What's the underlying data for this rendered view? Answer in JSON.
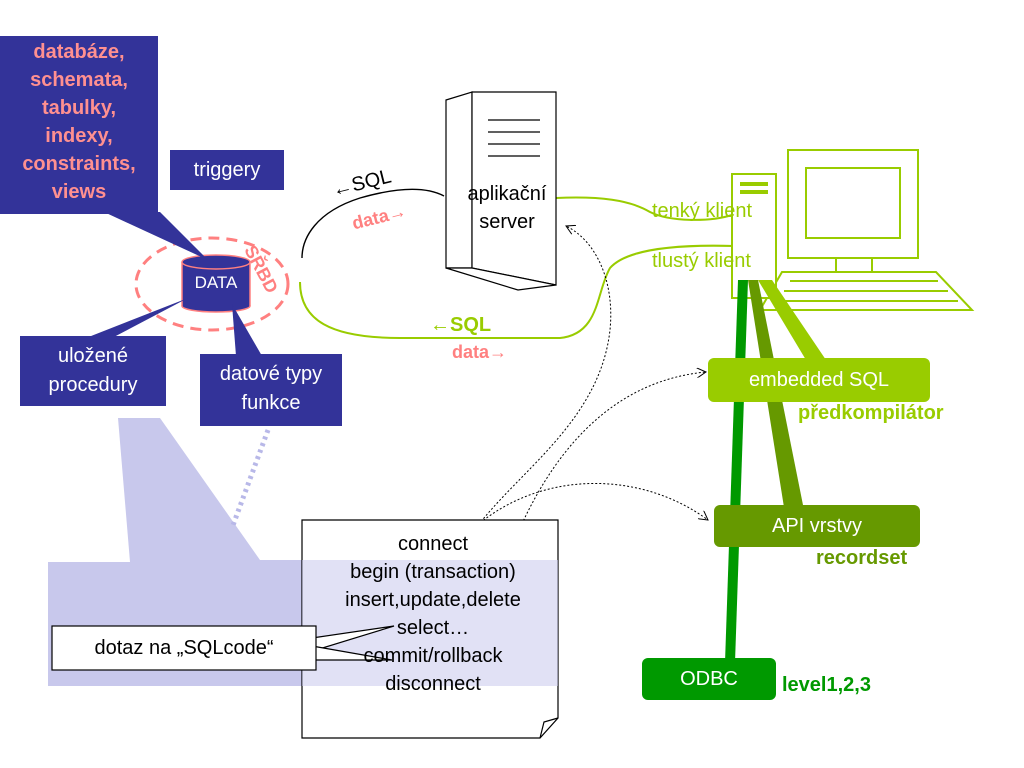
{
  "db_objects": [
    "databáze,",
    "schemata,",
    "tabulky,",
    "indexy,",
    "constraints,",
    "views"
  ],
  "triggery": "triggery",
  "data_cylinder": "DATA",
  "srbd": "SŘBD",
  "ulozene_procedury": [
    "uložené",
    "procedury"
  ],
  "datove_typy": [
    "datové typy",
    "funkce"
  ],
  "app_server": [
    "aplikační",
    "server"
  ],
  "sql_top": "←SQL",
  "data_top": "data→",
  "sql_bottom": "←SQL",
  "data_bottom": "data→",
  "tenky_klient": "tenký klient",
  "tlusty_klient": "tlustý klient",
  "embedded_sql": "embedded SQL",
  "predkompilator": "předkompilátor",
  "api_vrstvy": "API vrstvy",
  "recordset": "recordset",
  "odbc": "ODBC",
  "level": "level1,2,3",
  "commands": [
    "connect",
    "begin (transaction)",
    "insert,update,delete",
    "select…",
    "commit/rollback",
    "disconnect"
  ],
  "callout_sqlcode": "dotaz na „SQLcode“",
  "colors": {
    "navy": "#333399",
    "pink": "#ff8080",
    "green_light": "#99cc00",
    "green_mid": "#669900",
    "green_dark": "#009900",
    "lavender": "#c8c8ec"
  }
}
